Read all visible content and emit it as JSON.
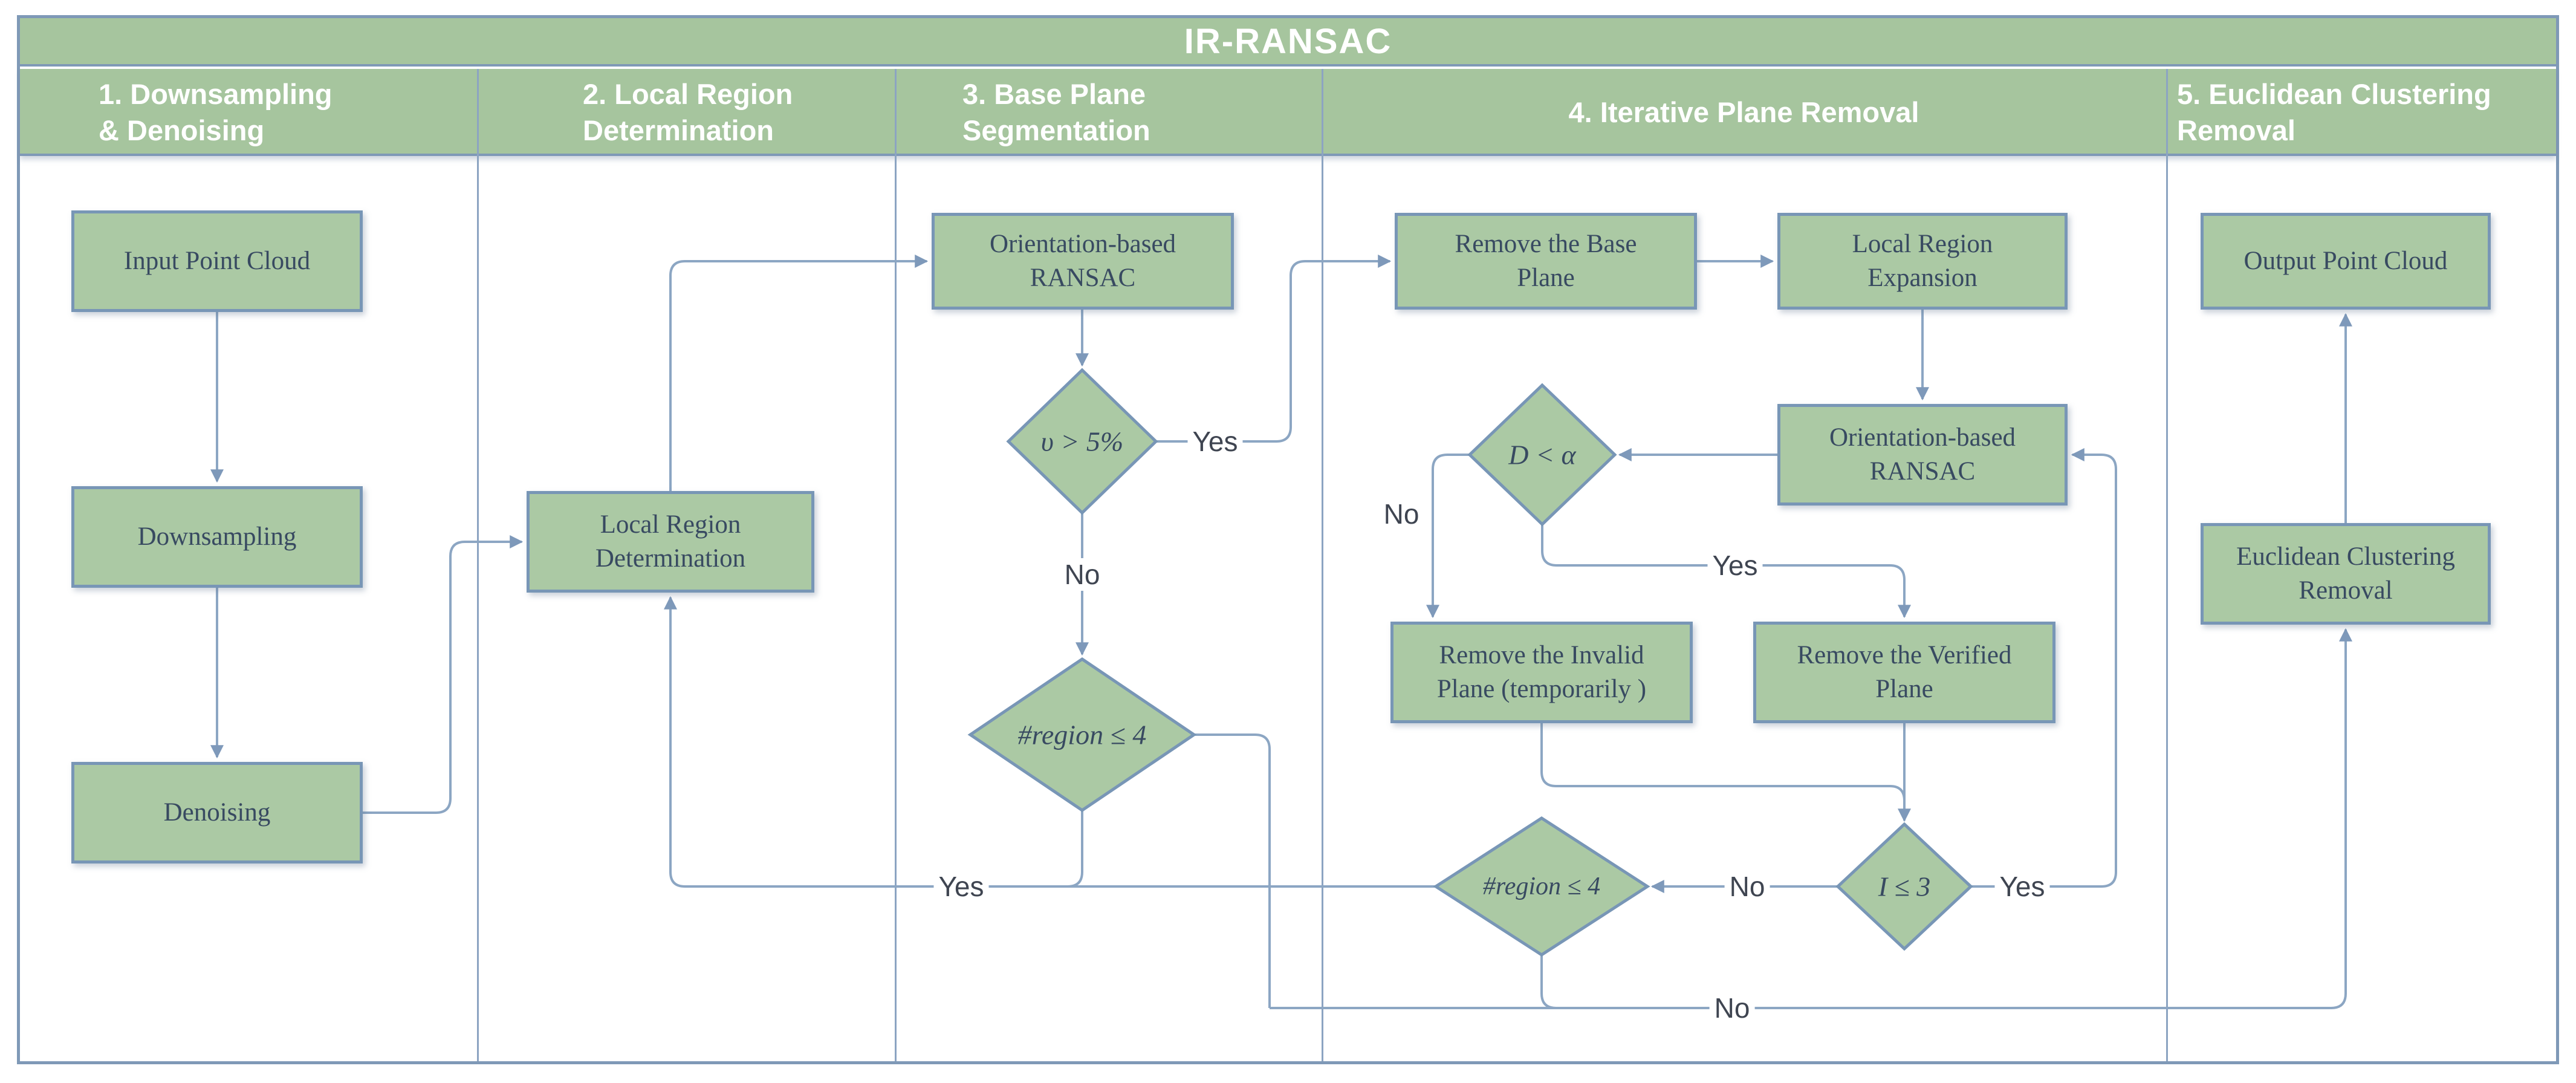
{
  "title": "IR-RANSAC",
  "columns": [
    {
      "id": "downsampling-denoising",
      "line1": "1. Downsampling",
      "line2": "& Denoising"
    },
    {
      "id": "local-region-determination",
      "line1": "2. Local Region",
      "line2": "Determination"
    },
    {
      "id": "base-plane-segmentation",
      "line1": "3. Base Plane",
      "line2": "Segmentation"
    },
    {
      "id": "iterative-plane-removal",
      "line1": "4. Iterative Plane Removal",
      "line2": ""
    },
    {
      "id": "euclidean-clustering-removal",
      "line1": "5. Euclidean Clustering",
      "line2": "Removal"
    }
  ],
  "nodes": {
    "input_point_cloud": {
      "line1": "Input Point Cloud",
      "line2": ""
    },
    "downsampling": {
      "line1": "Downsampling",
      "line2": ""
    },
    "denoising": {
      "line1": "Denoising",
      "line2": ""
    },
    "local_region_determination": {
      "line1": "Local Region",
      "line2": "Determination"
    },
    "orientation_ransac_base": {
      "line1": "Orientation-based",
      "line2": "RANSAC"
    },
    "v_gt_5pct": {
      "line1": "υ > 5%"
    },
    "region_le_4_base": {
      "line1": "#region ≤ 4"
    },
    "remove_base_plane": {
      "line1": "Remove the Base",
      "line2": "Plane"
    },
    "local_region_expansion": {
      "line1": "Local Region",
      "line2": "Expansion"
    },
    "orientation_ransac_iter": {
      "line1": "Orientation-based",
      "line2": "RANSAC"
    },
    "d_lt_alpha": {
      "line1": "D < α"
    },
    "remove_invalid_plane": {
      "line1": "Remove the Invalid",
      "line2": "Plane (temporarily )"
    },
    "remove_verified_plane": {
      "line1": "Remove the Verified",
      "line2": "Plane"
    },
    "region_le_4_iter": {
      "line1": "#region ≤ 4"
    },
    "i_le_3": {
      "line1": "I ≤ 3"
    },
    "output_point_cloud": {
      "line1": "Output Point Cloud",
      "line2": ""
    },
    "euclidean_clustering_removal": {
      "line1": "Euclidean Clustering",
      "line2": "Removal"
    }
  },
  "edge_labels": {
    "v5_yes": "Yes",
    "v5_no": "No",
    "region_base_yes": "Yes",
    "d_alpha_no": "No",
    "d_alpha_yes": "Yes",
    "i3_no": "No",
    "i3_yes": "Yes",
    "bottom_no": "No"
  },
  "colors": {
    "node_fill": "#abc9a4",
    "node_border": "#7896b6",
    "band_fill": "#a6c59e",
    "frame": "#7f99b7",
    "connector": "#8ca6c3",
    "node_text": "#384a61",
    "edge_label_text": "#3f4551",
    "header_text": "#ffffff",
    "background": "#ffffff"
  }
}
